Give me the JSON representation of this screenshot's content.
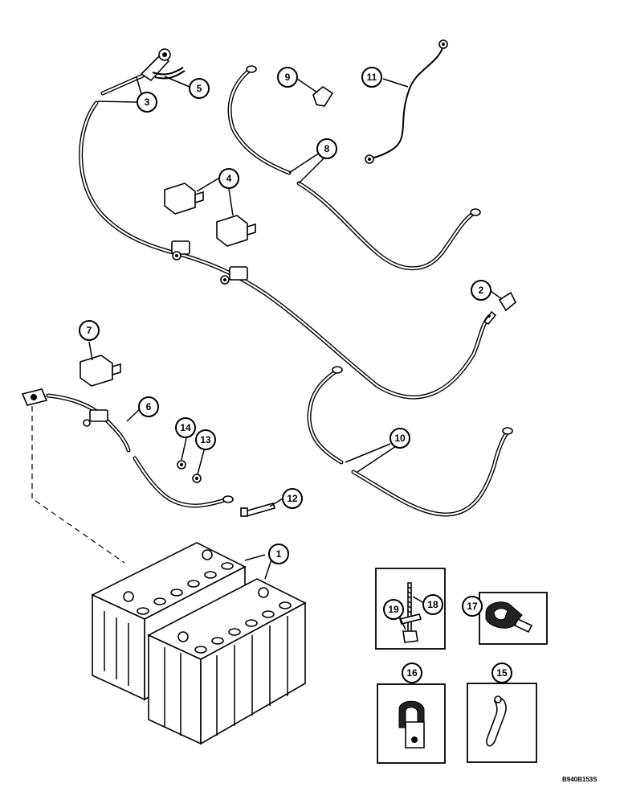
{
  "figure": {
    "drawing_id": "B940B153S"
  },
  "callouts": [
    {
      "label": "1"
    },
    {
      "label": "2"
    },
    {
      "label": "3"
    },
    {
      "label": "4"
    },
    {
      "label": "5"
    },
    {
      "label": "6"
    },
    {
      "label": "7"
    },
    {
      "label": "8"
    },
    {
      "label": "9"
    },
    {
      "label": "10"
    },
    {
      "label": "11"
    },
    {
      "label": "12"
    },
    {
      "label": "13"
    },
    {
      "label": "14"
    },
    {
      "label": "15"
    },
    {
      "label": "16"
    },
    {
      "label": "17"
    },
    {
      "label": "18"
    },
    {
      "label": "19"
    }
  ]
}
